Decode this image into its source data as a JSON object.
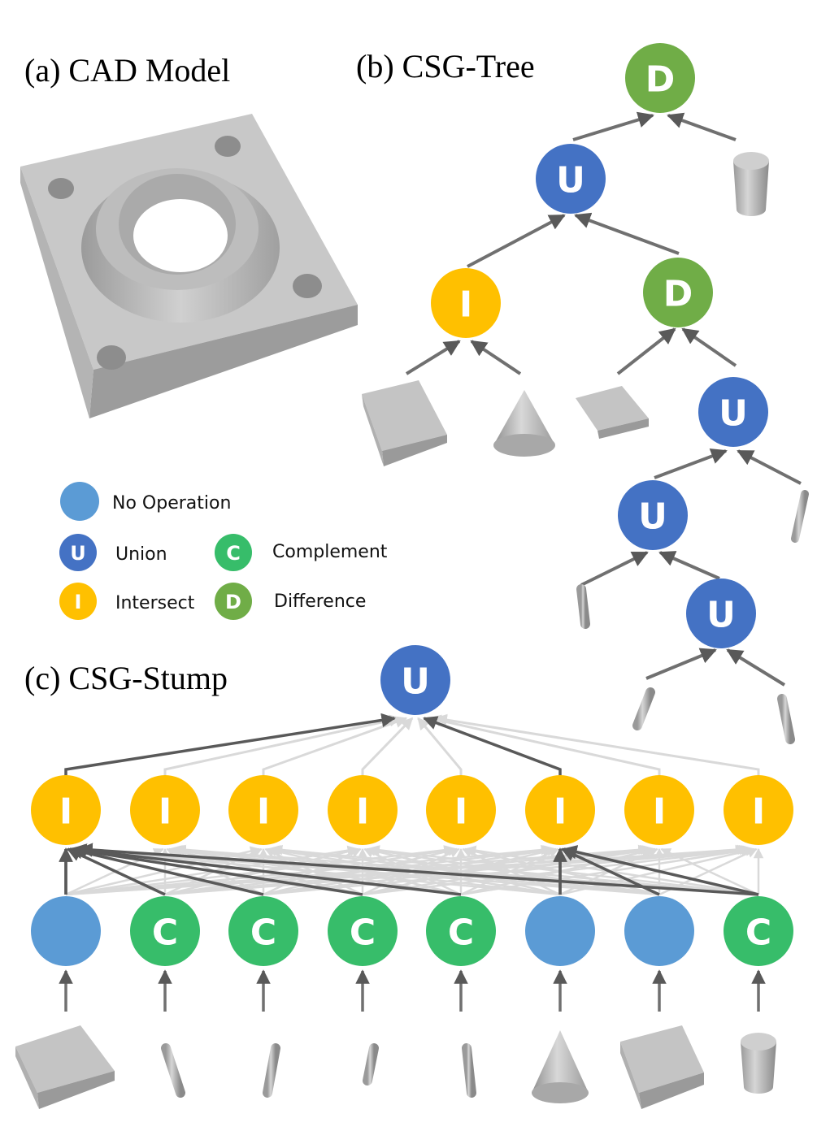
{
  "titles": {
    "a": "(a) CAD Model",
    "b": "(b) CSG-Tree",
    "c": "(c) CSG-Stump"
  },
  "legend": {
    "no_op": "No Operation",
    "union": "Union",
    "complement": "Complement",
    "intersect": "Intersect",
    "difference": "Difference"
  },
  "letters": {
    "union": "U",
    "intersect": "I",
    "complement": "C",
    "difference": "D"
  },
  "colors": {
    "no_op": "#5b9bd5",
    "union": "#4472c4",
    "complement": "#37bd6a",
    "intersect": "#ffc000",
    "difference": "#70ad47",
    "edge_active": "#595959",
    "edge_inactive": "#d9d9d9",
    "primitive": "#c0c0c0"
  },
  "csg_tree": {
    "root": "difference",
    "nodes": [
      "difference",
      "union",
      "intersect",
      "difference",
      "union",
      "union",
      "union"
    ],
    "primitives": [
      "box",
      "cone",
      "box",
      "cylinder",
      "cylinder",
      "cylinder",
      "cylinder",
      "cylinder"
    ]
  },
  "csg_stump": {
    "top": "union",
    "intersect_count": 8,
    "middle": [
      "no_op",
      "complement",
      "complement",
      "complement",
      "complement",
      "no_op",
      "no_op",
      "complement"
    ],
    "primitives": [
      "box",
      "cylinder",
      "cylinder",
      "cylinder",
      "cylinder",
      "cone",
      "box",
      "cylinder"
    ],
    "active_union_inputs": [
      0,
      5
    ],
    "active_intersect_edges": [
      [
        0,
        0
      ],
      [
        1,
        0
      ],
      [
        2,
        0
      ],
      [
        3,
        0
      ],
      [
        4,
        0
      ],
      [
        7,
        0
      ],
      [
        5,
        5
      ],
      [
        6,
        5
      ],
      [
        7,
        5
      ]
    ]
  }
}
